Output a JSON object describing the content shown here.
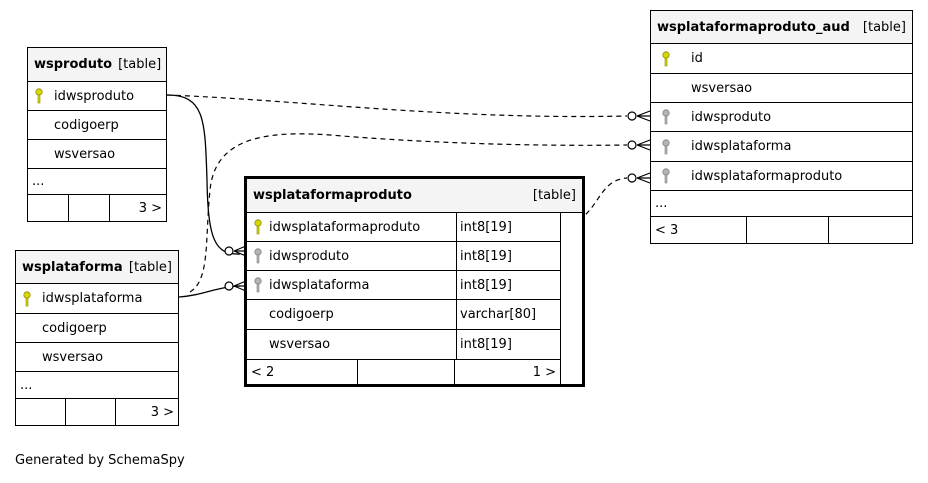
{
  "tables": {
    "wsproduto": {
      "name": "wsproduto",
      "kind": "[table]",
      "columns": [
        "idwsproduto",
        "codigoerp",
        "wsversao"
      ],
      "more": "...",
      "footer": [
        "",
        "",
        "3 >"
      ]
    },
    "wsplataforma": {
      "name": "wsplataforma",
      "kind": "[table]",
      "columns": [
        "idwsplataforma",
        "codigoerp",
        "wsversao"
      ],
      "more": "...",
      "footer": [
        "",
        "",
        "3 >"
      ]
    },
    "wsplataformaproduto": {
      "name": "wsplataformaproduto",
      "kind": "[table]",
      "columns": [
        {
          "name": "idwsplataformaproduto",
          "type": "int8[19]"
        },
        {
          "name": "idwsproduto",
          "type": "int8[19]"
        },
        {
          "name": "idwsplataforma",
          "type": "int8[19]"
        },
        {
          "name": "codigoerp",
          "type": "varchar[80]"
        },
        {
          "name": "wsversao",
          "type": "int8[19]"
        }
      ],
      "footer": [
        "< 2",
        "",
        "1 >"
      ]
    },
    "wsplataformaproduto_aud": {
      "name": "wsplataformaproduto_aud",
      "kind": "[table]",
      "columns": [
        "id",
        "wsversao",
        "idwsproduto",
        "idwsplataforma",
        "idwsplataformaproduto"
      ],
      "more": "...",
      "footer": [
        "< 3",
        "",
        ""
      ]
    }
  },
  "caption": "Generated by SchemaSpy",
  "colors": {
    "primary_key": "#d8d800",
    "foreign_key": "#a8a8a8",
    "header_bg": "#f4f4f4"
  }
}
